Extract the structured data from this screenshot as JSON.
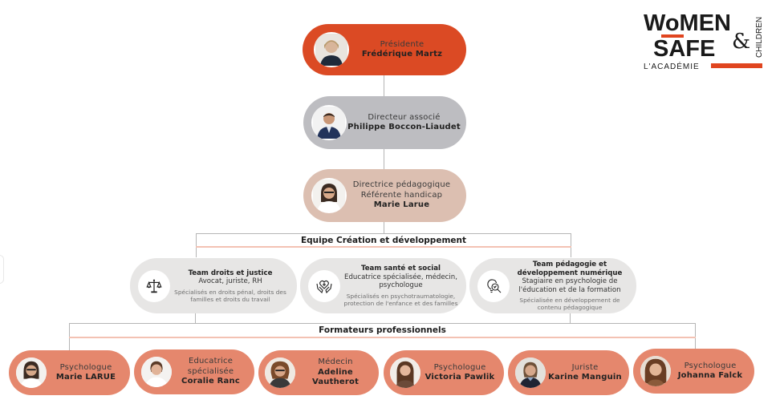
{
  "logo": {
    "line1": "WoMEN",
    "line2": "SAFE",
    "ampersand": "&",
    "children": "CHILDREN",
    "academy": "L'ACADÉMIE",
    "colors": {
      "dark": "#1a1a1a",
      "accent": "#e0451f"
    }
  },
  "leadership": [
    {
      "role": "Présidente",
      "name": "Frédérique Martz",
      "color": "#db4a24",
      "avatar": "portrait-icon"
    },
    {
      "role": "Directeur associé",
      "name": "Philippe Boccon-Liaudet",
      "color": "#bdbdc1",
      "avatar": "portrait-icon"
    },
    {
      "role": "Directrice pédagogique",
      "role2": "Référente handicap",
      "name": "Marie Larue",
      "color": "#dcbfb1",
      "avatar": "portrait-icon"
    }
  ],
  "groups": {
    "creation": "Equipe Création et développement",
    "trainers": "Formateurs professionnels"
  },
  "teams": [
    {
      "title": "Team droits et justice",
      "subtitle": "Avocat, juriste, RH",
      "spec": "Spécialisés en droits pénal, droits des familles et droits du travail",
      "icon": "scales-of-justice-icon"
    },
    {
      "title": "Team santé et social",
      "subtitle": "Educatrice spécialisée, médecin, psychologue",
      "spec": "Spécialisés en psychotraumatologie, protection de l'enfance et des familles",
      "icon": "heart-in-hands-icon"
    },
    {
      "title": "Team pédagogie et développement numérique",
      "subtitle": "Stagiaire en psychologie de l'éducation et de la formation",
      "spec": "Spécialisée en développement de contenu pédagogique",
      "icon": "lightbulb-magnifier-icon"
    }
  ],
  "trainers": [
    {
      "role": "Psychologue",
      "name": "Marie LARUE"
    },
    {
      "role": "Educatrice spécialisée",
      "name": "Coralie Ranc"
    },
    {
      "role": "Médecin",
      "name": "Adeline Vautherot"
    },
    {
      "role": "Psychologue",
      "name": "Victoria Pawlik"
    },
    {
      "role": "Juriste",
      "name": "Karine Manguin"
    },
    {
      "role": "Psychologue",
      "name": "Johanna Falck"
    }
  ],
  "colors": {
    "president": "#db4a24",
    "director": "#bdbdc1",
    "pedagogic": "#dcbfb1",
    "team": "#e7e6e5",
    "trainer": "#e5876d",
    "connector": "#b5b5b5",
    "accent_line": "#f3c2b3"
  }
}
